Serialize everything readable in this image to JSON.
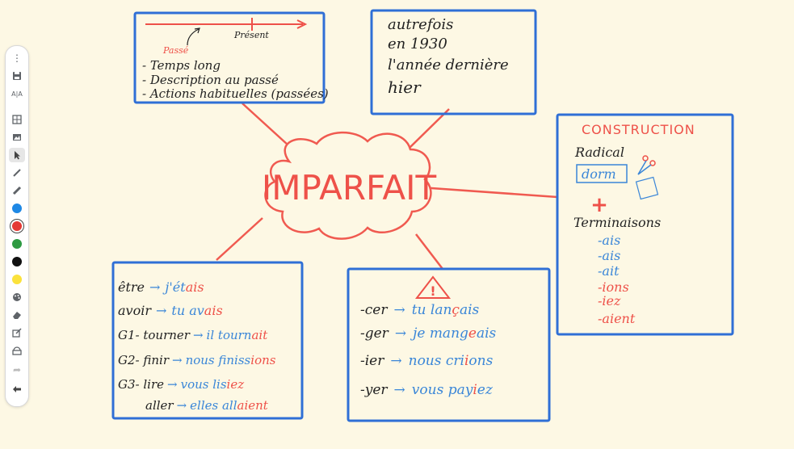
{
  "colors": {
    "frame": "#2f6fd6",
    "link": "#f05a50",
    "ink": "#222222",
    "blue_ink": "#3a86d8",
    "red_ink": "#ee5149",
    "palette": [
      "#1e88e5",
      "#e53935",
      "#2e9a42",
      "#111111",
      "#fbe23c"
    ]
  },
  "toolbar": {
    "tools": [
      "more-icon",
      "save-icon",
      "text-style-icon",
      "grid-icon",
      "image-icon",
      "select-arrow-icon",
      "pen-icon",
      "marker-icon"
    ],
    "selected_color": 1,
    "lower_tools": [
      "palette-icon",
      "eraser-icon",
      "edit-box-icon",
      "ruler-icon",
      "redo-icon",
      "undo-icon"
    ]
  },
  "center": {
    "title": "IMPARFAIT"
  },
  "timeline_box": {
    "passe": "Passé",
    "present": "Présent",
    "items": [
      "- Temps long",
      "- Description au passé",
      "- Actions habituelles (passées)"
    ]
  },
  "time_box": {
    "lines": [
      "autrefois",
      "en 1930",
      "l'année dernière",
      "hier"
    ]
  },
  "construction_box": {
    "title": "CONSTRUCTION",
    "radical_label": "Radical",
    "radical_example": "dorm",
    "plus": "+",
    "endings_label": "Terminaisons",
    "endings": [
      "-ais",
      "-ais",
      "-ait",
      "-ions",
      "-iez",
      "-aient"
    ]
  },
  "verbs_box": {
    "rows": [
      {
        "verb": "être",
        "stem": "j'ét",
        "ending": "ais"
      },
      {
        "verb": "avoir",
        "stem": "tu av",
        "ending": "ais"
      },
      {
        "verb": "G1- tourner",
        "stem": "il tourn",
        "ending": "ait"
      },
      {
        "verb": "G2- finir",
        "stem": "nous finiss",
        "ending": "ions"
      },
      {
        "verb": "G3- lire",
        "stem": "vous lis",
        "ending": "iez"
      },
      {
        "verb": "aller",
        "stem": "elles all",
        "ending": "aient"
      }
    ]
  },
  "spelling_box": {
    "warning": "!",
    "rows": [
      {
        "verb": "-cer",
        "pre": "tu lan",
        "special": "ç",
        "post": "ais"
      },
      {
        "verb": "-ger",
        "pre": "je mang",
        "special": "e",
        "post": "ais"
      },
      {
        "verb": "-ier",
        "pre": "nous cri",
        "special": "i",
        "post": "ons"
      },
      {
        "verb": "-yer",
        "pre": "vous pay",
        "special": "i",
        "post": "ez"
      }
    ]
  }
}
